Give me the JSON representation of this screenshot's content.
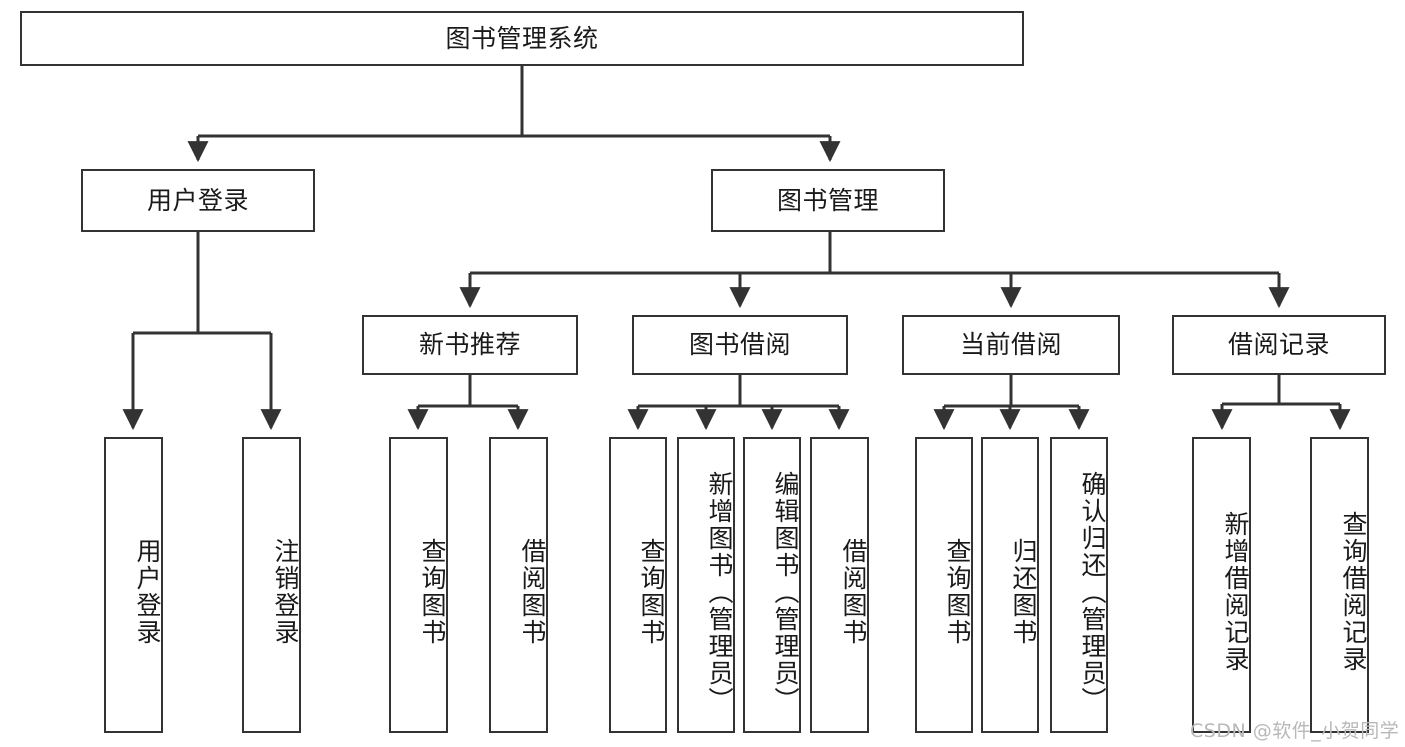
{
  "diagram": {
    "title_node": {
      "label": "图书管理系统"
    },
    "level2": [
      {
        "id": "user-login",
        "label": "用户登录"
      },
      {
        "id": "book-manage",
        "label": "图书管理"
      }
    ],
    "level3": [
      {
        "id": "new-book-rec",
        "label": "新书推荐"
      },
      {
        "id": "book-borrow",
        "label": "图书借阅"
      },
      {
        "id": "current-borrow",
        "label": "当前借阅"
      },
      {
        "id": "borrow-record",
        "label": "借阅记录"
      }
    ],
    "leaves": {
      "user_login": [
        {
          "id": "leaf-user-login",
          "label": "用户登录"
        },
        {
          "id": "leaf-logout",
          "label": "注销登录"
        }
      ],
      "new_book_rec": [
        {
          "id": "leaf-query-book-1",
          "label": "查询图书"
        },
        {
          "id": "leaf-borrow-book-1",
          "label": "借阅图书"
        }
      ],
      "book_borrow": [
        {
          "id": "leaf-query-book-2",
          "label": "查询图书"
        },
        {
          "id": "leaf-add-book",
          "label": "新增图书（管理员）"
        },
        {
          "id": "leaf-edit-book",
          "label": "编辑图书（管理员）"
        },
        {
          "id": "leaf-borrow-book-2",
          "label": "借阅图书"
        }
      ],
      "current_borrow": [
        {
          "id": "leaf-query-book-3",
          "label": "查询图书"
        },
        {
          "id": "leaf-return-book",
          "label": "归还图书"
        },
        {
          "id": "leaf-confirm-return",
          "label": "确认归还（管理员）"
        }
      ],
      "borrow_record": [
        {
          "id": "leaf-add-record",
          "label": "新增借阅记录"
        },
        {
          "id": "leaf-query-record",
          "label": "查询借阅记录"
        }
      ]
    }
  },
  "watermark": {
    "text": "CSDN @软件_小贺同学"
  },
  "colors": {
    "stroke": "#333333",
    "background": "#ffffff",
    "text": "#1a1a1a",
    "watermark": "#b8b8b8"
  }
}
